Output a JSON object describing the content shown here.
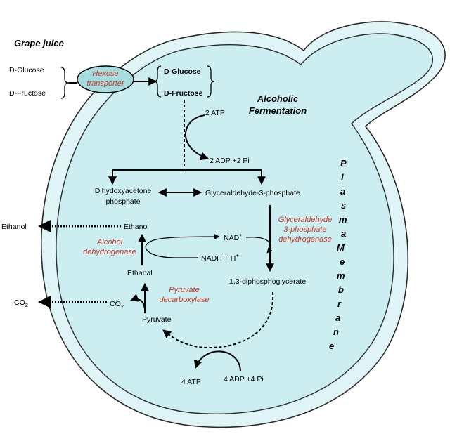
{
  "external": {
    "title": "Grape juice",
    "glucose": "D-Glucose",
    "fructose": "D-Fructose",
    "ethanol_out": "Ethanol",
    "co2_out": "CO",
    "co2_out_sub": "2"
  },
  "transporter": {
    "line1": "Hexose",
    "line2": "transporter"
  },
  "cell": {
    "glucose": "D-Glucose",
    "fructose": "D-Fructose",
    "process_line1": "Alcoholic",
    "process_line2": "Fermentation",
    "membrane_letters": [
      "P",
      "l",
      "a",
      "s",
      "m",
      "a",
      "M",
      "e",
      "m",
      "b",
      "r",
      "a",
      "n",
      "e"
    ]
  },
  "pathway": {
    "atp_in": "2 ATP",
    "adp_out": "2 ADP +2 Pi",
    "dhap_line1": "Dihydoxyacetone",
    "dhap_line2": "phosphate",
    "g3p": "Glyceraldehyde-3-phosphate",
    "gapdh_line1": "Glyceraldehyde",
    "gapdh_line2": "3-phosphate",
    "gapdh_line3": "dehydrogenase",
    "nad": "NAD",
    "nad_sup": "+",
    "nadh": "NADH + H",
    "nadh_sup": "+",
    "bpg": "1,3-diphosphoglycerate",
    "ethanol": "Ethanol",
    "adh_line1": "Alcohol",
    "adh_line2": "dehydrogenase",
    "ethanal": "Ethanal",
    "co2": "CO",
    "co2_sub": "2",
    "pdc_line1": "Pyruvate",
    "pdc_line2": "decarboxylase",
    "pyruvate": "Pyruvate",
    "atp_out": "4 ATP",
    "adp_in": "4 ADP +4 Pi"
  },
  "colors": {
    "cytoplasm": "#cdeef0",
    "membrane": "#dff4f6",
    "outline": "#2a2a2a",
    "transporter_fill": "#a8dde0",
    "enzyme_text": "#c0392b"
  }
}
